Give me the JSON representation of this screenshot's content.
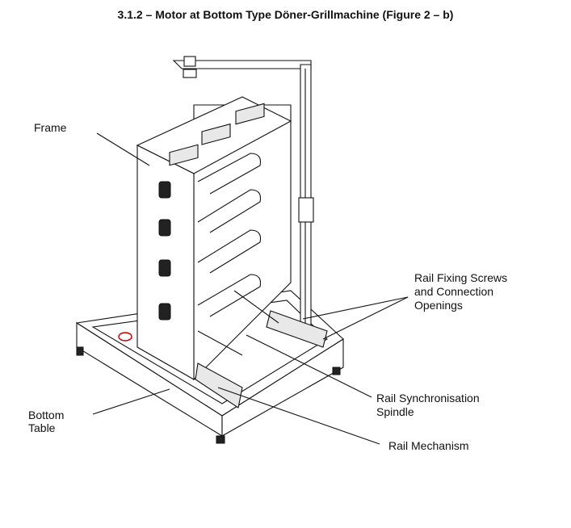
{
  "title": "3.1.2 – Motor at Bottom Type Döner-Grillmachine (Figure 2 – b)",
  "labels": {
    "frame": "Frame",
    "rail_fixing_1": "Rail Fixing Screws",
    "rail_fixing_2": "and Connection",
    "rail_fixing_3": "Openings",
    "bottom_table_1": "Bottom",
    "bottom_table_2": "Table",
    "rail_sync_1": "Rail Synchronisation",
    "rail_sync_2": "Spindle",
    "rail_mechanism": "Rail Mechanism"
  }
}
